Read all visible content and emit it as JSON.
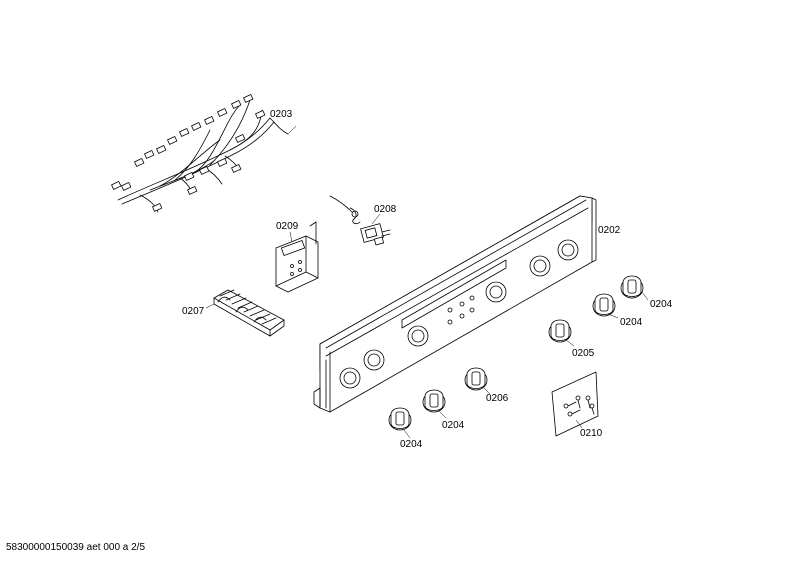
{
  "callouts": {
    "harness": "0203",
    "thermostat": "0208",
    "module": "0209",
    "terminal": "0207",
    "panel": "0202",
    "knob_right_top": "0204",
    "knob_right_low": "0204",
    "knob_mid": "0205",
    "knob_center": "0206",
    "knob_bottom_a": "0204",
    "knob_bottom_b": "0204",
    "screws": "0210"
  },
  "footer": {
    "code": "58300000150039 aet 000 a 2/5"
  }
}
